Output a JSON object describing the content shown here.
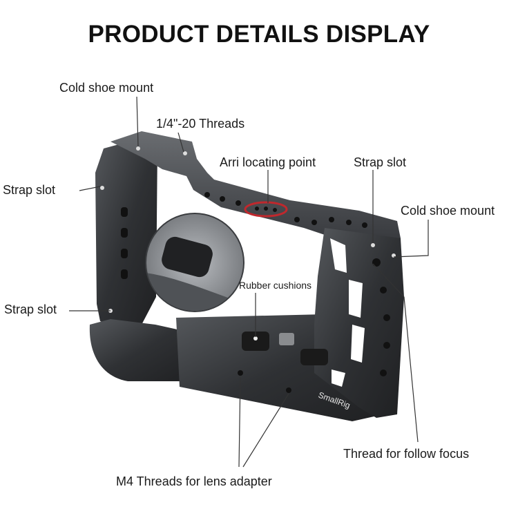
{
  "title": "PRODUCT DETAILS DISPLAY",
  "brand": "SmallRig",
  "labels": {
    "cold_shoe_mount_top": "Cold shoe mount",
    "threads_quarter_20": "1/4\"-20 Threads",
    "arri_locating_point": "Arri locating point",
    "strap_slot_top_right": "Strap slot",
    "strap_slot_left_upper": "Strap slot",
    "cold_shoe_mount_right": "Cold shoe mount",
    "rubber_cushions": "Rubber cushions",
    "strap_slot_left_lower": "Strap slot",
    "thread_follow_focus": "Thread for follow focus",
    "m4_threads": "M4 Threads for lens adapter"
  },
  "colors": {
    "metal_dark": "#2b2d30",
    "metal_mid": "#45484c",
    "metal_light": "#6b6e72",
    "accent_red": "#c0282d",
    "leader_line": "#333333"
  }
}
